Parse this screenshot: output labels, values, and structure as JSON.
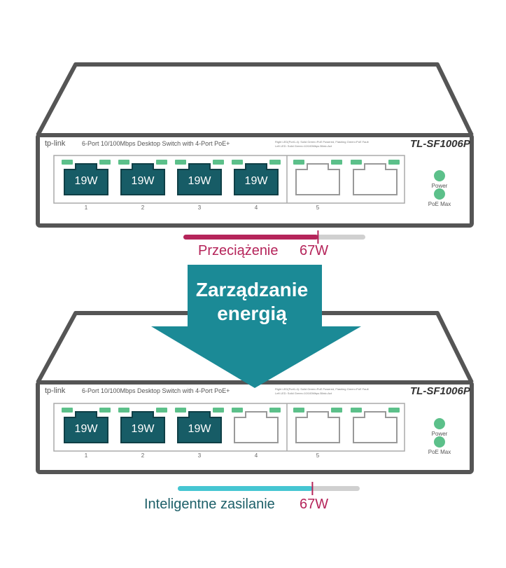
{
  "arrow": {
    "line1": "Zarządzanie",
    "line2": "energią"
  },
  "switches": [
    {
      "brand": "tp-link",
      "description": "6-Port 10/100Mbps Desktop Switch with 4-Port PoE+",
      "model": "TL-SF1006P",
      "led_legend": {
        "right_led": "Right LED(Port1-4): Solid Green=PoE Powered, Flashing Green=PoE Fault",
        "left_led": "Left LED: Solid Green=10/100Mbps Blink=Act"
      },
      "ports": [
        {
          "number": "1",
          "active": true,
          "watts": "19W"
        },
        {
          "number": "2",
          "active": true,
          "watts": "19W"
        },
        {
          "number": "3",
          "active": true,
          "watts": "19W"
        },
        {
          "number": "4",
          "active": true,
          "watts": "19W"
        },
        {
          "number": "5",
          "active": false,
          "watts": ""
        },
        {
          "number": "",
          "active": false,
          "watts": ""
        }
      ],
      "power_label": "Power",
      "poe_max_label": "PoE Max",
      "budget": {
        "label": "Przeciążenie",
        "limit": "67W",
        "fill_fraction": 0.74,
        "color": "#b5245a"
      }
    },
    {
      "brand": "tp-link",
      "description": "6-Port 10/100Mbps Desktop Switch with 4-Port PoE+",
      "model": "TL-SF1006P",
      "led_legend": {
        "right_led": "Right LED(Port1-4): Solid Green=PoE Powered, Flashing Green=PoE Fault",
        "left_led": "Left LED: Solid Green=10/100Mbps Blink=Act"
      },
      "ports": [
        {
          "number": "1",
          "active": true,
          "watts": "19W"
        },
        {
          "number": "2",
          "active": true,
          "watts": "19W"
        },
        {
          "number": "3",
          "active": true,
          "watts": "19W"
        },
        {
          "number": "4",
          "active": false,
          "watts": ""
        },
        {
          "number": "5",
          "active": false,
          "watts": ""
        },
        {
          "number": "",
          "active": false,
          "watts": ""
        }
      ],
      "power_label": "Power",
      "poe_max_label": "PoE Max",
      "budget": {
        "label": "Inteligentne zasilanie",
        "limit": "67W",
        "fill_fraction": 0.74,
        "color": "#45c6d2"
      }
    }
  ],
  "colors": {
    "outline": "#555555",
    "port_active": "#175c66",
    "led_green": "#5cc08a",
    "arrow": "#1b8a96",
    "limit_label": "#b5245a",
    "track": "#d0d0d0"
  }
}
